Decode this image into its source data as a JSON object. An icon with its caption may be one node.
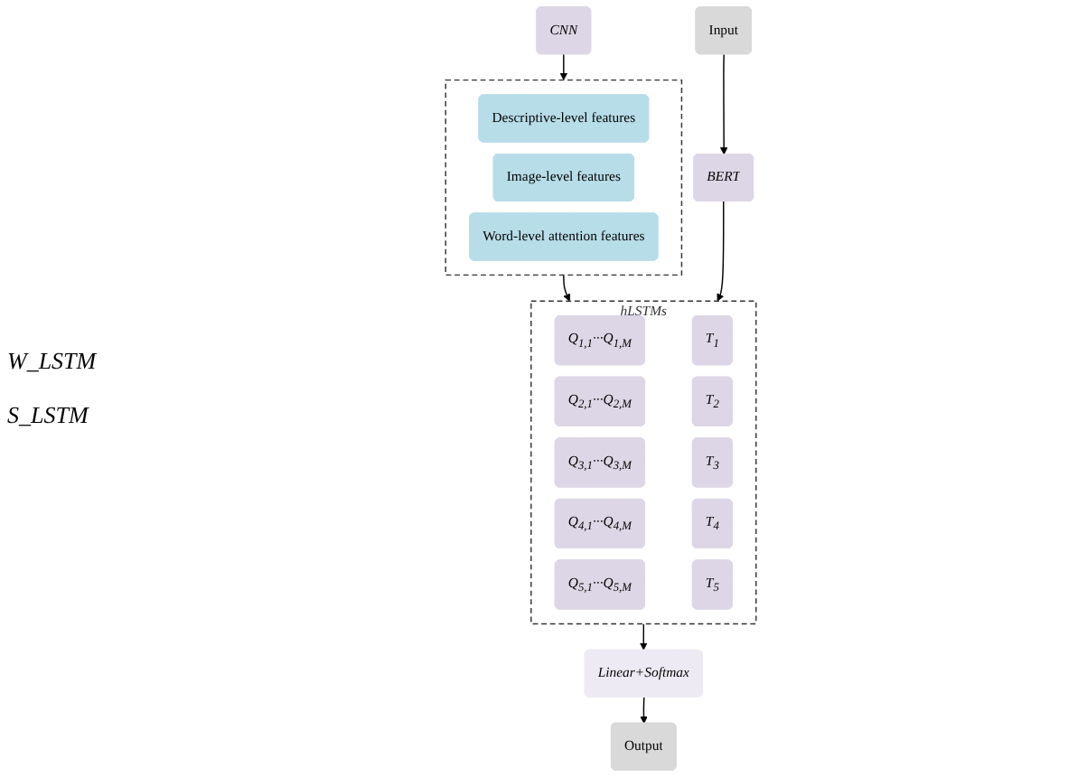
{
  "diagram": {
    "nodes": [
      {
        "text": [
          "CNN"
        ]
      },
      {
        "text": [
          "Input"
        ]
      },
      {
        "text": [],
        "shape": "box"
      },
      {
        "text": [
          "Descriptive-level features"
        ],
        "in": 2
      },
      {
        "text": [
          "Image-level features"
        ],
        "in": 2
      },
      {
        "text": [
          "Word-level attention features"
        ],
        "in": 2
      },
      {
        "text": [
          "BERT"
        ]
      },
      {
        "text": [
          "hLSTMs"
        ]
      },
      {
        "text": [
          "Q$_{1,1}$···Q$_{1,M}$"
        ],
        "in": 7
      },
      {
        "text": [
          "Q$_{2,1}$···Q$_{2,M}$"
        ],
        "in": 7
      },
      {
        "text": [
          "Q$_{3,1}$···Q$_{3,M}$"
        ],
        "in": 7
      },
      {
        "text": [
          "Q$_{4,1}$···Q$_{4,M}$"
        ],
        "in": 7
      },
      {
        "text": [
          "Q$_{5,1}$···Q$_{5,M}$"
        ],
        "in": 7
      },
      {
        "text": [
          "T$_{1}$"
        ],
        "in": 7
      },
      {
        "text": [
          "T$_{2}$"
        ],
        "in": 7
      },
      {
        "text": [
          "T$_{3}$"
        ],
        "in": 7
      },
      {
        "text": [
          "T$_{4}$"
        ],
        "in": 7
      },
      {
        "text": [
          "T$_{5}$"
        ],
        "in": 7
      },
      {
        "text": [
          "Linear+Softmax"
        ]
      },
      {
        "text": [
          "Output"
        ]
      }
    ],
    "edges": [
      {
        "from": 0,
        "to": 2,
        "arrow": "to"
      },
      {
        "from": 1,
        "to": 6,
        "arrow": "to"
      },
      {
        "from": 2,
        "to": 7,
        "arrow": "to"
      },
      {
        "from": 6,
        "to": 7,
        "arrow": "to"
      },
      {
        "from": 7,
        "to": 18,
        "arrow": "to"
      },
      {
        "from": 18,
        "to": 19,
        "arrow": "to"
      }
    ],
    "labels": [
      "W_LSTM",
      "S_LSTM"
    ]
  }
}
